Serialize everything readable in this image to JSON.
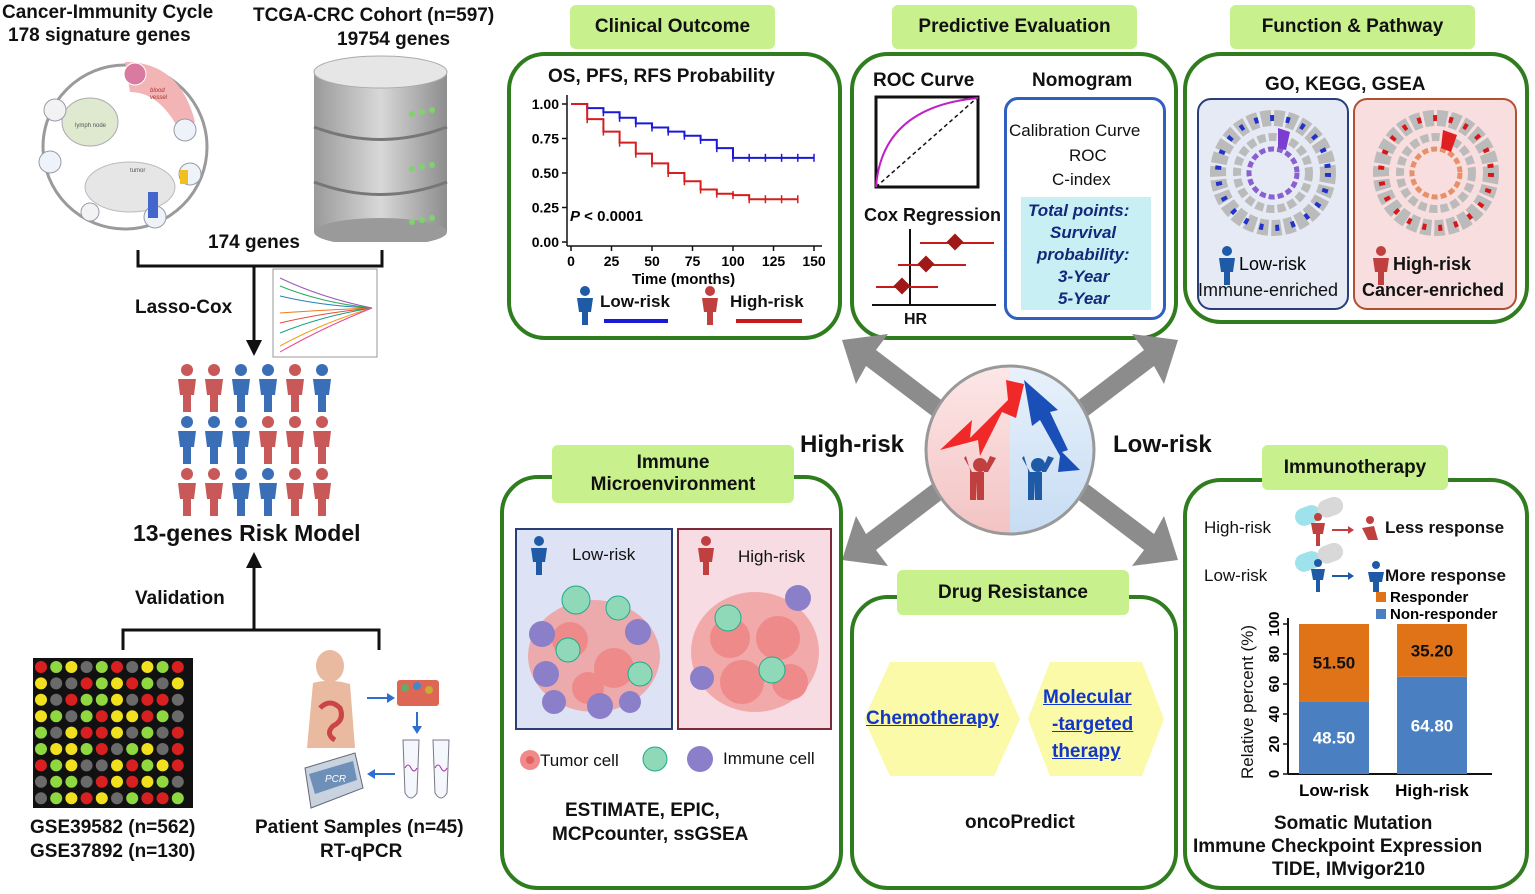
{
  "left": {
    "cycle_title": "Cancer-Immunity Cycle",
    "cycle_sub": "178 signature genes",
    "cohort_title": "TCGA-CRC Cohort (n=597)",
    "cohort_sub": "19754 genes",
    "intersect": "174 genes",
    "lasso": "Lasso-Cox",
    "model": "13-genes Risk Model",
    "validation": "Validation",
    "geo1": "GSE39582 (n=562)",
    "geo2": "GSE37892 (n=130)",
    "patients": "Patient Samples (n=45)",
    "rtqpcr": "RT-qPCR",
    "cycle_labels": {
      "blood": "blood",
      "vessel": "vessel",
      "lymph": "lymph node",
      "tumor": "tumor"
    },
    "pcr": "PCR"
  },
  "clinical": {
    "tag": "Clinical Outcome",
    "title": "OS, PFS, RFS Probability",
    "xlabel": "Time (months)",
    "pvalue_p": "P",
    "pvalue_rest": " < 0.0001",
    "low": "Low-risk",
    "high": "High-risk"
  },
  "chart_data": {
    "type": "line",
    "xlabel": "Time (months)",
    "xticks": [
      "0",
      "25",
      "50",
      "75",
      "100",
      "125",
      "150"
    ],
    "yticks": [
      "0.00",
      "0.25",
      "0.50",
      "0.75",
      "1.00"
    ],
    "xlim": [
      0,
      150
    ],
    "ylim": [
      0,
      1
    ],
    "series": [
      {
        "name": "Low-risk",
        "color": "#1a1ad6",
        "x": [
          0,
          10,
          20,
          30,
          40,
          50,
          60,
          70,
          80,
          90,
          100,
          110,
          120,
          130,
          140,
          150
        ],
        "y": [
          1.0,
          0.97,
          0.94,
          0.9,
          0.86,
          0.83,
          0.8,
          0.77,
          0.74,
          0.68,
          0.61,
          0.61,
          0.61,
          0.61,
          0.61,
          0.61
        ]
      },
      {
        "name": "High-risk",
        "color": "#d41f1f",
        "x": [
          0,
          10,
          20,
          30,
          40,
          50,
          60,
          70,
          80,
          90,
          100,
          110,
          120,
          130,
          140
        ],
        "y": [
          1.0,
          0.89,
          0.8,
          0.72,
          0.64,
          0.57,
          0.5,
          0.44,
          0.38,
          0.35,
          0.34,
          0.31,
          0.31,
          0.31,
          0.31
        ]
      }
    ]
  },
  "predictive": {
    "tag": "Predictive Evaluation",
    "roc": "ROC Curve",
    "nomogram": "Nomogram",
    "cox": "Cox Regression",
    "hr": "HR",
    "calib": "Calibration Curve",
    "roc2": "ROC",
    "cindex": "C-index",
    "total": "Total points:",
    "survival": "Survival",
    "probability": "probability:",
    "y3": "3-Year",
    "y5": "5-Year"
  },
  "function": {
    "tag": "Function & Pathway",
    "title": "GO, KEGG, GSEA",
    "low": "Low-risk",
    "low_sub": "Immune-enriched",
    "high": "High-risk",
    "high_sub": "Cancer-enriched"
  },
  "center": {
    "high": "High-risk",
    "low": "Low-risk"
  },
  "immune": {
    "tag1": "Immune",
    "tag2": "Microenvironment",
    "low": "Low-risk",
    "high": "High-risk",
    "tumor_cell": "Tumor cell",
    "immune_cell": "Immune cell",
    "methods1": "ESTIMATE, EPIC,",
    "methods2": "MCPcounter, ssGSEA"
  },
  "drug": {
    "tag": "Drug Resistance",
    "chemo": "Chemotherapy",
    "mol1": "Molecular",
    "mol2": "-targeted",
    "mol3": "therapy",
    "tool": "oncoPredict"
  },
  "immuno": {
    "tag": "Immunotherapy",
    "high": "High-risk",
    "low": "Low-risk",
    "less": "Less response",
    "more": "More response",
    "ylabel": "Relative percent (%)",
    "foot1": "Somatic Mutation",
    "foot2": "Immune Checkpoint Expression",
    "foot3": "TIDE, IMvigor210"
  },
  "bar_chart": {
    "type": "bar",
    "categories": [
      "Low-risk",
      "High-risk"
    ],
    "series": [
      {
        "name": "Non-responder",
        "color": "#4a7fc1",
        "values": [
          48.5,
          64.8
        ],
        "labels": [
          "48.50",
          "64.80"
        ]
      },
      {
        "name": "Responder",
        "color": "#e07318",
        "values": [
          51.5,
          35.2
        ],
        "labels": [
          "51.50",
          "35.20"
        ]
      }
    ],
    "yticks": [
      "0",
      "20",
      "40",
      "60",
      "80",
      "100"
    ],
    "ylim": [
      0,
      100
    ]
  }
}
